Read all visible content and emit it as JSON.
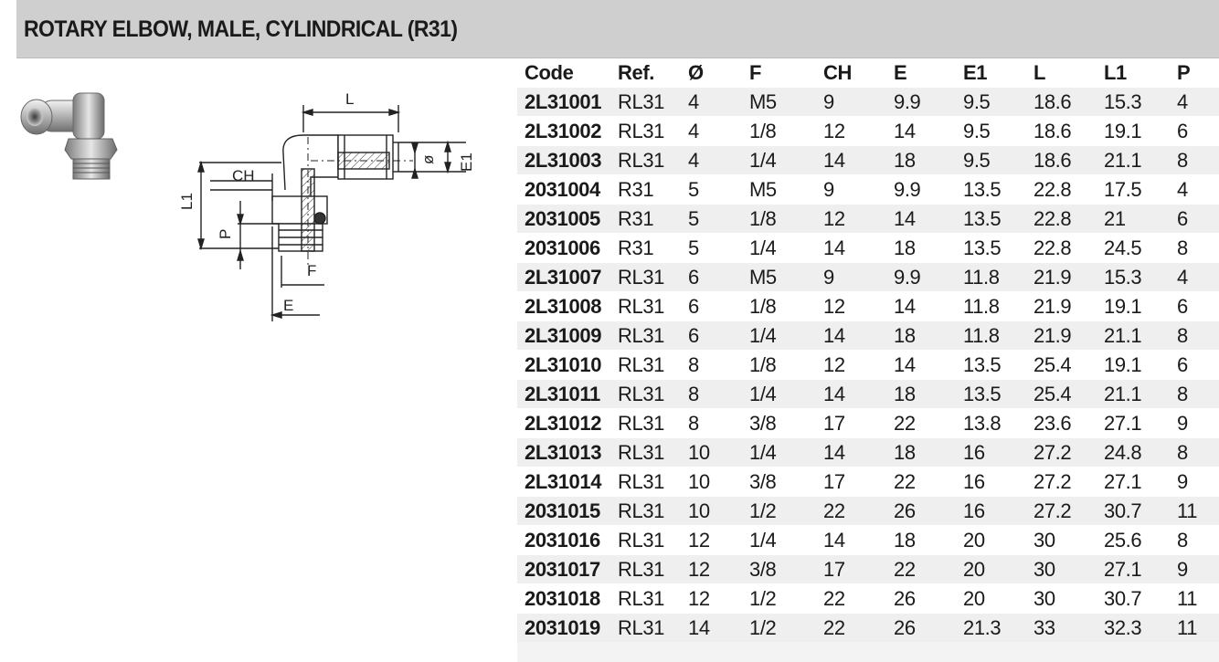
{
  "header": {
    "title": "ROTARY ELBOW, MALE, CYLINDRICAL (R31)"
  },
  "drawing_labels": {
    "L": "L",
    "CH": "CH",
    "L1": "L1",
    "P": "P",
    "F": "F",
    "E": "E",
    "E1": "E1",
    "D": "ø"
  },
  "table": {
    "columns": [
      "Code",
      "Ref.",
      "Ø",
      "F",
      "CH",
      "E",
      "E1",
      "L",
      "L1",
      "P"
    ],
    "rows": [
      [
        "2L31001",
        "RL31",
        "4",
        "M5",
        "9",
        "9.9",
        "9.5",
        "18.6",
        "15.3",
        "4"
      ],
      [
        "2L31002",
        "RL31",
        "4",
        "1/8",
        "12",
        "14",
        "9.5",
        "18.6",
        "19.1",
        "6"
      ],
      [
        "2L31003",
        "RL31",
        "4",
        "1/4",
        "14",
        "18",
        "9.5",
        "18.6",
        "21.1",
        "8"
      ],
      [
        "2031004",
        "R31",
        "5",
        "M5",
        "9",
        "9.9",
        "13.5",
        "22.8",
        "17.5",
        "4"
      ],
      [
        "2031005",
        "R31",
        "5",
        "1/8",
        "12",
        "14",
        "13.5",
        "22.8",
        "21",
        "6"
      ],
      [
        "2031006",
        "R31",
        "5",
        "1/4",
        "14",
        "18",
        "13.5",
        "22.8",
        "24.5",
        "8"
      ],
      [
        "2L31007",
        "RL31",
        "6",
        "M5",
        "9",
        "9.9",
        "11.8",
        "21.9",
        "15.3",
        "4"
      ],
      [
        "2L31008",
        "RL31",
        "6",
        "1/8",
        "12",
        "14",
        "11.8",
        "21.9",
        "19.1",
        "6"
      ],
      [
        "2L31009",
        "RL31",
        "6",
        "1/4",
        "14",
        "18",
        "11.8",
        "21.9",
        "21.1",
        "8"
      ],
      [
        "2L31010",
        "RL31",
        "8",
        "1/8",
        "12",
        "14",
        "13.5",
        "25.4",
        "19.1",
        "6"
      ],
      [
        "2L31011",
        "RL31",
        "8",
        "1/4",
        "14",
        "18",
        "13.5",
        "25.4",
        "21.1",
        "8"
      ],
      [
        "2L31012",
        "RL31",
        "8",
        "3/8",
        "17",
        "22",
        "13.8",
        "23.6",
        "27.1",
        "9"
      ],
      [
        "2L31013",
        "RL31",
        "10",
        "1/4",
        "14",
        "18",
        "16",
        "27.2",
        "24.8",
        "8"
      ],
      [
        "2L31014",
        "RL31",
        "10",
        "3/8",
        "17",
        "22",
        "16",
        "27.2",
        "27.1",
        "9"
      ],
      [
        "2031015",
        "RL31",
        "10",
        "1/2",
        "22",
        "26",
        "16",
        "27.2",
        "30.7",
        "11"
      ],
      [
        "2031016",
        "RL31",
        "12",
        "1/4",
        "14",
        "18",
        "20",
        "30",
        "25.6",
        "8"
      ],
      [
        "2031017",
        "RL31",
        "12",
        "3/8",
        "17",
        "22",
        "20",
        "30",
        "27.1",
        "9"
      ],
      [
        "2031018",
        "RL31",
        "12",
        "1/2",
        "22",
        "26",
        "20",
        "30",
        "30.7",
        "11"
      ],
      [
        "2031019",
        "RL31",
        "14",
        "1/2",
        "22",
        "26",
        "21.3",
        "33",
        "32.3",
        "11"
      ]
    ]
  },
  "colors": {
    "header_bg": "#cfcfcf",
    "row_stripe": "#efefef",
    "text": "#1a1a1a"
  }
}
